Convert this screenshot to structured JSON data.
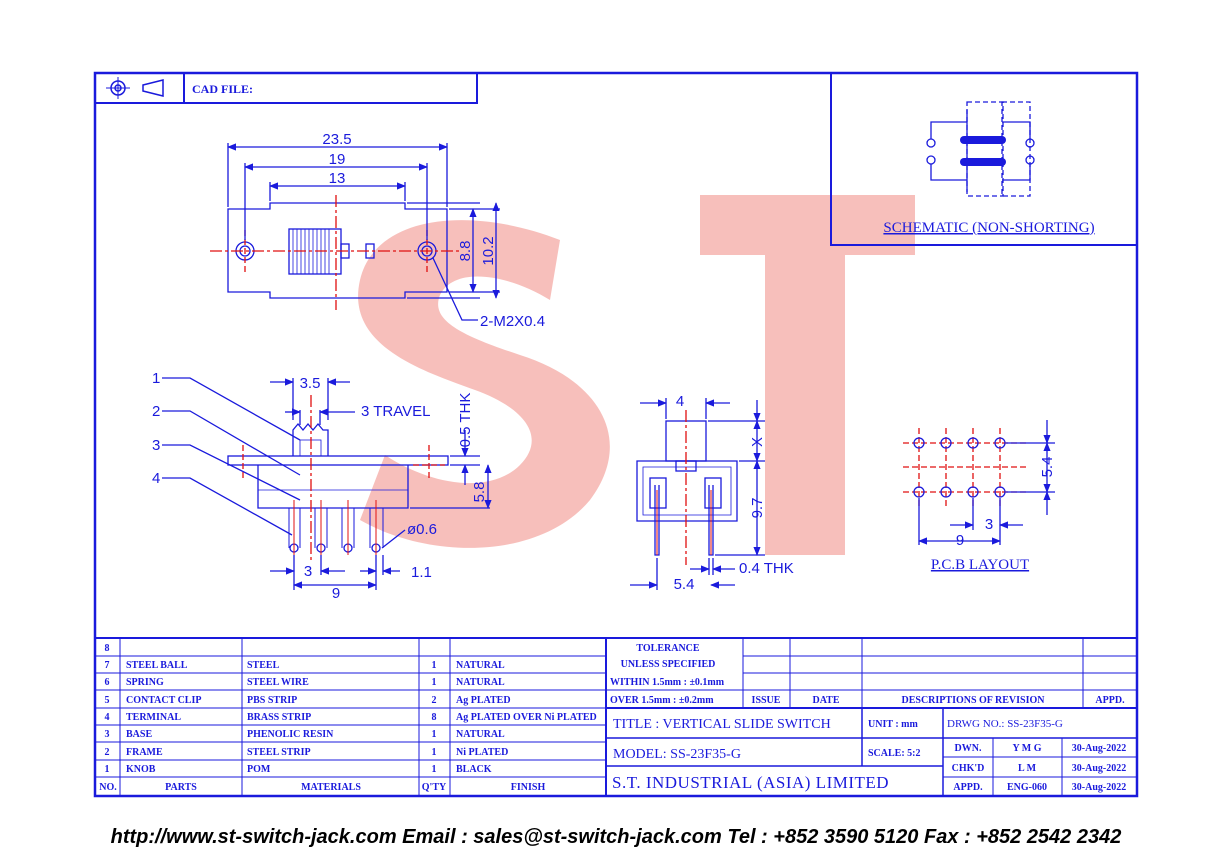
{
  "header": {
    "cad_file_label": "CAD FILE:"
  },
  "schematic": {
    "title": "SCHEMATIC (NON-SHORTING)"
  },
  "top_view": {
    "dim_23_5": "23.5",
    "dim_19": "19",
    "dim_13": "13",
    "dim_8_8": "8.8",
    "dim_10_2": "10.2",
    "hole_note": "2-M2X0.4"
  },
  "front_view": {
    "dim_3_5": "3.5",
    "travel": "3 TRAVEL",
    "thk": "0.5 THK",
    "dim_5_8": "5.8",
    "pin_dia": "ø0.6",
    "dim_3": "3",
    "dim_9": "9",
    "dim_1_1": "1.1",
    "callouts": [
      "1",
      "2",
      "3",
      "4"
    ]
  },
  "side_view": {
    "dim_4": "4",
    "dim_x": "X",
    "dim_9_7": "9.7",
    "dim_5_4": "5.4",
    "thk": "0.4 THK"
  },
  "pcb": {
    "title": "P.C.B LAYOUT",
    "dim_5_4": "5.4",
    "dim_3": "3",
    "dim_9": "9"
  },
  "bom": {
    "rows": [
      {
        "no": "8",
        "part": "",
        "material": "",
        "qty": "",
        "finish": ""
      },
      {
        "no": "7",
        "part": "STEEL BALL",
        "material": "STEEL",
        "qty": "1",
        "finish": "NATURAL"
      },
      {
        "no": "6",
        "part": "SPRING",
        "material": "STEEL WIRE",
        "qty": "1",
        "finish": "NATURAL"
      },
      {
        "no": "5",
        "part": "CONTACT CLIP",
        "material": "PBS STRIP",
        "qty": "2",
        "finish": "Ag PLATED"
      },
      {
        "no": "4",
        "part": "TERMINAL",
        "material": "BRASS STRIP",
        "qty": "8",
        "finish": "Ag PLATED OVER Ni PLATED"
      },
      {
        "no": "3",
        "part": "BASE",
        "material": "PHENOLIC RESIN",
        "qty": "1",
        "finish": "NATURAL"
      },
      {
        "no": "2",
        "part": "FRAME",
        "material": "STEEL STRIP",
        "qty": "1",
        "finish": "Ni PLATED"
      },
      {
        "no": "1",
        "part": "KNOB",
        "material": "POM",
        "qty": "1",
        "finish": "BLACK"
      }
    ],
    "headers": {
      "no": "NO.",
      "part": "PARTS",
      "material": "MATERIALS",
      "qty": "Q'TY",
      "finish": "FINISH"
    }
  },
  "tolerance": {
    "line1": "TOLERANCE",
    "line2": "UNLESS  SPECIFIED",
    "line3": "WITHIN 1.5mm : ±0.1mm",
    "line4": "OVER 1.5mm : ±0.2mm"
  },
  "revision": {
    "issue": "ISSUE",
    "date": "DATE",
    "desc": "DESCRIPTIONS OF REVISION",
    "appd": "APPD."
  },
  "title_block": {
    "title": "TITLE :  VERTICAL SLIDE SWITCH",
    "unit": "UNIT :  mm",
    "drwg_no": "DRWG NO.: SS-23F35-G",
    "model": "MODEL:  SS-23F35-G",
    "scale": "SCALE:  5:2",
    "company": "S.T. INDUSTRIAL (ASIA) LIMITED",
    "dwn_label": "DWN.",
    "dwn_name": "Y M G",
    "dwn_date": "30-Aug-2022",
    "chkd_label": "CHK'D",
    "chkd_name": "L M",
    "chkd_date": "30-Aug-2022",
    "appd_label": "APPD.",
    "appd_name": "ENG-060",
    "appd_date": "30-Aug-2022"
  },
  "watermark": {
    "text": "ST",
    "color": "#f08a84"
  },
  "colors": {
    "line": "#1a1adc",
    "center": "#e01010",
    "paper": "#ffffff"
  },
  "footer": {
    "text": "http://www.st-switch-jack.com  Email : sales@st-switch-jack.com  Tel : +852 3590 5120  Fax : +852 2542 2342"
  }
}
